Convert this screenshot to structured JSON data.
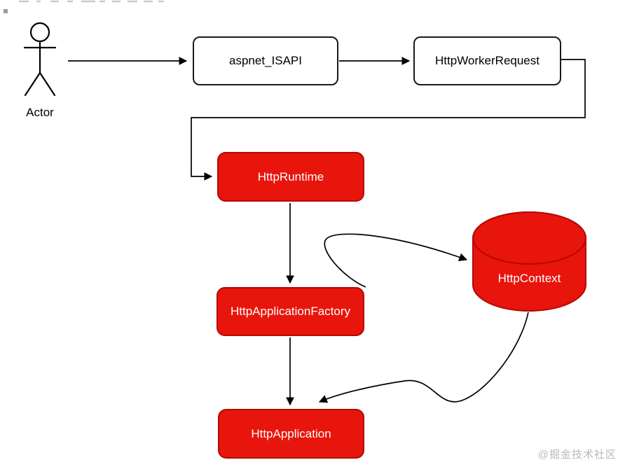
{
  "diagram": {
    "title_hint": "ASP.NET HTTP pipeline flow diagram",
    "actor": {
      "label": "Actor"
    },
    "nodes": {
      "aspnet_isapi": {
        "label": "aspnet_ISAPI",
        "shape": "rounded-rect",
        "fill": "#ffffff"
      },
      "http_worker_request": {
        "label": "HttpWorkerRequest",
        "shape": "rounded-rect",
        "fill": "#ffffff"
      },
      "http_runtime": {
        "label": "HttpRuntime",
        "shape": "rounded-rect",
        "fill": "#e8150c"
      },
      "http_application_factory": {
        "label": "HttpApplicationFactory",
        "shape": "rounded-rect",
        "fill": "#e8150c"
      },
      "http_context": {
        "label": "HttpContext",
        "shape": "cylinder",
        "fill": "#e8150c"
      },
      "http_application": {
        "label": "HttpApplication",
        "shape": "rounded-rect",
        "fill": "#e8150c"
      }
    },
    "edges": [
      {
        "from": "actor",
        "to": "aspnet_isapi",
        "style": "straight"
      },
      {
        "from": "aspnet_isapi",
        "to": "http_worker_request",
        "style": "straight"
      },
      {
        "from": "http_worker_request",
        "to": "http_runtime",
        "style": "elbow"
      },
      {
        "from": "http_runtime",
        "to": "http_application_factory",
        "style": "straight"
      },
      {
        "from": "http_application_factory",
        "to": "http_context",
        "style": "curved"
      },
      {
        "from": "http_application_factory",
        "to": "http_application",
        "style": "straight"
      },
      {
        "from": "http_context",
        "to": "http_application",
        "style": "curved"
      }
    ],
    "colors": {
      "node_red_fill": "#e8150c",
      "node_red_border": "#b30900",
      "node_white_fill": "#ffffff",
      "node_white_border": "#1a1a1a",
      "line": "#000000",
      "text_on_red": "#ffffff",
      "watermark_gray": "#b9b9b9"
    },
    "watermark": "@掘金技术社区"
  }
}
